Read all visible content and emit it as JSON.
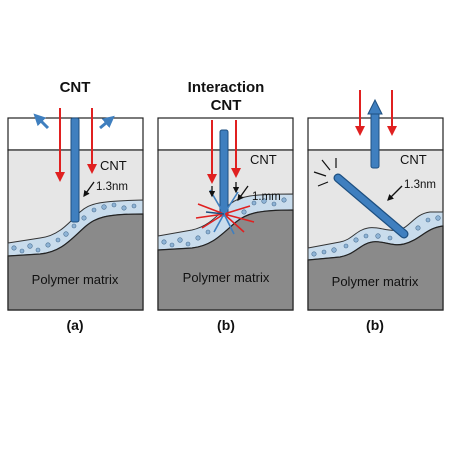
{
  "panels": [
    {
      "id": "a",
      "title": [
        "CNT"
      ],
      "cnt_label": "CNT",
      "dimension": "1.3nm",
      "matrix_label": "Polymer matrix",
      "caption": "(a)"
    },
    {
      "id": "b1",
      "title": [
        "Interaction",
        "CNT"
      ],
      "cnt_label": "CNT",
      "dimension": "1.mm",
      "matrix_label": "Polymer matrix",
      "caption": "(b)"
    },
    {
      "id": "b2",
      "title": [],
      "cnt_label": "CNT",
      "dimension": "1.3nm",
      "matrix_label": "Polymer matrix",
      "caption": "(b)"
    }
  ],
  "colors": {
    "top_layer": "#ffffff",
    "cnt_layer": "#e6e6e6",
    "interface": "#c9dcec",
    "matrix": "#8a8a8a",
    "cnt_tube": "#3f7fbf",
    "force_arrow": "#e02020",
    "outline": "#222222"
  }
}
